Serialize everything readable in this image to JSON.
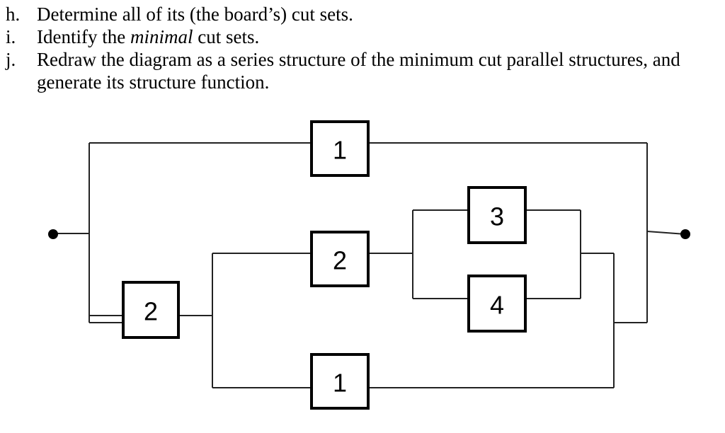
{
  "questions": [
    {
      "marker": "h.",
      "parts": [
        "Determine all of its (the board’s) cut sets."
      ],
      "emph": ""
    },
    {
      "marker": "i.",
      "parts": [
        "Identify the ",
        " cut sets."
      ],
      "emph": "minimal"
    },
    {
      "marker": "j.",
      "parts": [
        "Redraw the diagram as a series structure of the minimum cut parallel structures, and generate its structure function."
      ],
      "emph": ""
    }
  ],
  "diagram": {
    "components": {
      "top": "1",
      "series_left": "2",
      "middle": "2",
      "parallel_upper": "3",
      "parallel_lower": "4",
      "bottom": "1"
    }
  }
}
